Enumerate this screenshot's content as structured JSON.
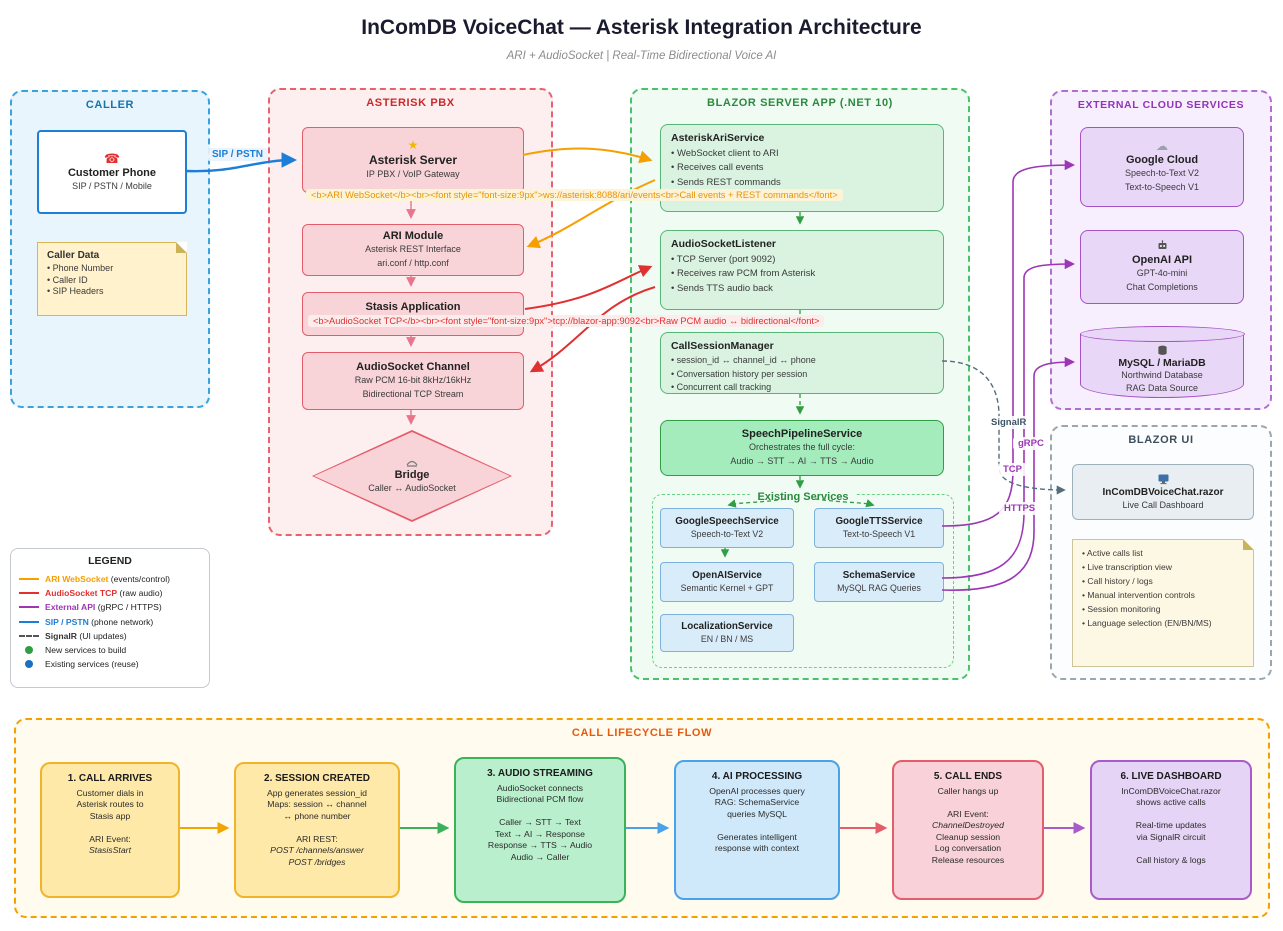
{
  "header": {
    "title": "InComDB VoiceChat — Asterisk Integration Architecture",
    "subtitle": "ARI + AudioSocket | Real-Time Bidirectional Voice AI"
  },
  "colors": {
    "ari_websocket": "#f59f00",
    "audiosocket_tcp": "#e03131",
    "external_api": "#9c36b5",
    "sip_pstn": "#1c7ed6",
    "signalr": "#546e7a",
    "new_services": "#2f9e44",
    "existing_services": "#1971c2"
  },
  "icons": {
    "phone": "☎",
    "star": "★",
    "cloud": "☁"
  },
  "caller": {
    "title": "CALLER",
    "phone": {
      "title": "Customer Phone",
      "subtitle": "SIP / PSTN / Mobile"
    },
    "note": {
      "title": "Caller Data",
      "lines": [
        "• Phone Number",
        "• Caller ID",
        "• SIP Headers"
      ]
    }
  },
  "asterisk": {
    "title": "ASTERISK PBX",
    "server": {
      "title": "Asterisk Server",
      "subtitle": "IP PBX / VoIP Gateway"
    },
    "ari_module": {
      "title": "ARI Module",
      "line1": "Asterisk REST Interface",
      "line2": "ari.conf / http.conf"
    },
    "stasis": {
      "title": "Stasis Application",
      "line1": "..."
    },
    "audiosocket": {
      "title": "AudioSocket Channel",
      "line1": "Raw PCM 16-bit 8kHz/16kHz",
      "line2": "Bidirectional TCP Stream"
    },
    "bridge": {
      "title": "Bridge",
      "subtitle": "Caller ↔ AudioSocket"
    }
  },
  "blazor": {
    "title": "BLAZOR SERVER APP (.NET 10)",
    "ari_service": {
      "title": "AsteriskAriService",
      "lines": [
        "• WebSocket client to ARI",
        "• Receives call events",
        "• Sends REST commands"
      ]
    },
    "listener": {
      "title": "AudioSocketListener",
      "lines": [
        "• TCP Server (port 9092)",
        "• Receives raw PCM from Asterisk",
        "• Sends TTS audio back"
      ]
    },
    "session_manager": {
      "title": "CallSessionManager",
      "lines": [
        "• session_id ↔ channel_id ↔ phone",
        "• Conversation history per session",
        "• Concurrent call tracking"
      ]
    },
    "pipeline": {
      "title": "SpeechPipelineService",
      "line1": "Orchestrates the full cycle:",
      "line2": "Audio → STT → AI → TTS → Audio"
    },
    "existing_label": "Existing Services",
    "stt": {
      "title": "GoogleSpeechService",
      "line1": "Speech-to-Text V2"
    },
    "tts": {
      "title": "GoogleTTSService",
      "line1": "Text-to-Speech V1"
    },
    "openai": {
      "title": "OpenAIService",
      "line1": "Semantic Kernel + GPT"
    },
    "schema": {
      "title": "SchemaService",
      "line1": "MySQL RAG Queries"
    },
    "localization": {
      "title": "LocalizationService",
      "line1": "EN / BN / MS"
    }
  },
  "external": {
    "title": "EXTERNAL CLOUD SERVICES",
    "google": {
      "title": "Google Cloud",
      "line1": "Speech-to-Text V2",
      "line2": "Text-to-Speech V1"
    },
    "openai": {
      "title": "OpenAI API",
      "line1": "GPT-4o-mini",
      "line2": "Chat Completions"
    },
    "mysql": {
      "title": "MySQL / MariaDB",
      "line1": "Northwind Database",
      "line2": "RAG Data Source"
    }
  },
  "blazor_ui": {
    "title": "BLAZOR UI",
    "razor": {
      "title": "InComDBVoiceChat.razor",
      "subtitle": "Live Call Dashboard"
    },
    "note": {
      "lines": [
        "• Active calls list",
        "• Live transcription view",
        "• Call history / logs",
        "• Manual intervention controls",
        "• Session monitoring",
        "• Language selection (EN/BN/MS)"
      ]
    }
  },
  "edge_labels": {
    "sip": "SIP / PSTN",
    "ari_ws_raw": "<b>ARI WebSocket</b><br><font style=\"font-size:9px\">ws://asterisk:8088/ari/events<br>Call events + REST commands</font>",
    "audiosocket_raw": "<b>AudioSocket TCP</b><br><font style=\"font-size:9px\">tcp://blazor-app:9092<br>Raw PCM audio ↔ bidirectional</font>",
    "signalr": "SignalR",
    "grpc": "gRPC",
    "tcp": "TCP",
    "https": "HTTPS"
  },
  "legend": {
    "title": "LEGEND",
    "items": [
      {
        "type": "line",
        "swatch_style": "border-top-color:#f59f00",
        "strong": "ARI WebSocket",
        "strong_style": "color:#f59f00",
        "rest": " (events/control)"
      },
      {
        "type": "line",
        "swatch_style": "border-top-color:#e03131",
        "strong": "AudioSocket TCP",
        "strong_style": "color:#e03131",
        "rest": " (raw audio)"
      },
      {
        "type": "line",
        "swatch_style": "border-top-color:#9c36b5",
        "strong": "External API",
        "strong_style": "color:#9c36b5",
        "rest": " (gRPC / HTTPS)"
      },
      {
        "type": "line",
        "swatch_style": "border-top-color:#1c7ed6",
        "strong": "SIP / PSTN",
        "strong_style": "color:#1c7ed6",
        "rest": " (phone network)"
      },
      {
        "type": "dashed-line",
        "swatch_style": "border-top-color:#555;border-top-style:dashed",
        "strong": "SignalR",
        "strong_style": "color:#333",
        "rest": " (UI updates)"
      },
      {
        "type": "dot",
        "swatch_style": "background:#2f9e44",
        "strong": "",
        "strong_style": "",
        "rest": "New services to build"
      },
      {
        "type": "dot",
        "swatch_style": "background:#1971c2",
        "strong": "",
        "strong_style": "",
        "rest": "Existing services (reuse)"
      }
    ]
  },
  "lifecycle": {
    "title": "CALL LIFECYCLE FLOW",
    "steps": [
      {
        "title": "1. CALL ARRIVES",
        "body1": "Customer dials in\nAsterisk routes to\nStasis app\n\nARI Event:",
        "em": "StasisStart",
        "body2": ""
      },
      {
        "title": "2. SESSION CREATED",
        "body1": "App generates session_id\nMaps: session ↔ channel\n↔ phone number\n\nARI REST:",
        "em": "POST /channels/answer\nPOST /bridges",
        "body2": ""
      },
      {
        "title": "3. AUDIO STREAMING",
        "body1": "AudioSocket connects\nBidirectional PCM flow\n\nCaller → STT → Text\nText → AI → Response\nResponse → TTS → Audio\nAudio → Caller",
        "em": "",
        "body2": ""
      },
      {
        "title": "4. AI PROCESSING",
        "body1": "OpenAI processes query\nRAG: SchemaService\nqueries MySQL\n\nGenerates intelligent\nresponse with context",
        "em": "",
        "body2": ""
      },
      {
        "title": "5. CALL ENDS",
        "body1": "Caller hangs up\n\nARI Event:",
        "em": "ChannelDestroyed",
        "body2": "Cleanup session\nLog conversation\nRelease resources"
      },
      {
        "title": "6. LIVE DASHBOARD",
        "body1": "InComDBVoiceChat.razor\nshows active calls\n\nReal-time updates\nvia SignalR circuit\n\nCall history & logs",
        "em": "",
        "body2": ""
      }
    ]
  }
}
